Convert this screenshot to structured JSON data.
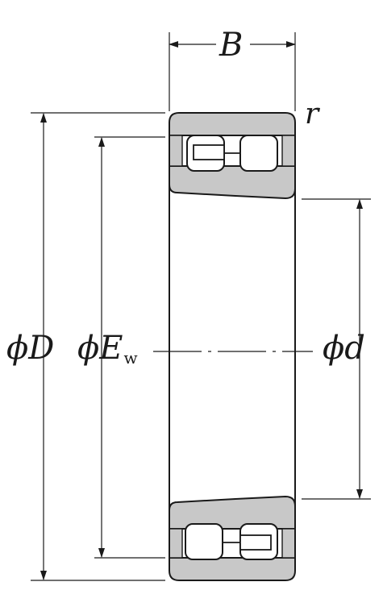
{
  "labels": {
    "width": "B",
    "chamfer": "r",
    "outer_diameter": "ϕD",
    "roller_diameter": "ϕE",
    "roller_subscript": "w",
    "bore_diameter": "ϕd"
  },
  "colors": {
    "line": "#1a1a1a",
    "ring_fill": "#c8c8c8",
    "background": "#ffffff"
  }
}
